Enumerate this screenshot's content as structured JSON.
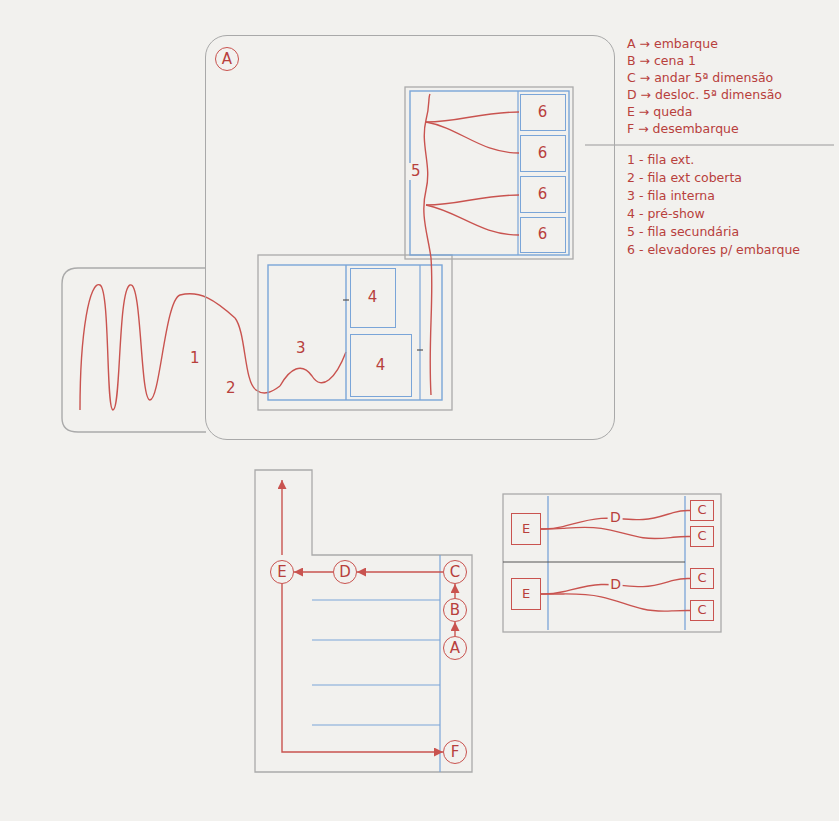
{
  "diagram": {
    "nodes": [
      {
        "text": [
          "A"
        ]
      },
      {
        "text": [
          "6"
        ],
        "in": 0
      },
      {
        "text": [
          "6"
        ],
        "in": 0
      },
      {
        "text": [
          "6"
        ],
        "in": 0
      },
      {
        "text": [
          "6"
        ],
        "in": 0
      },
      {
        "text": [
          "4"
        ],
        "in": 0
      },
      {
        "text": [
          "4"
        ],
        "in": 0
      },
      {
        "text": [
          "E"
        ]
      },
      {
        "text": [
          "E"
        ]
      },
      {
        "text": [
          "C"
        ]
      },
      {
        "text": [
          "C"
        ]
      },
      {
        "text": [
          "C"
        ]
      },
      {
        "text": [
          "C"
        ]
      },
      {
        "text": [
          "E"
        ]
      },
      {
        "text": [
          "D"
        ]
      },
      {
        "text": [
          "C"
        ]
      },
      {
        "text": [
          "B"
        ]
      },
      {
        "text": [
          "A"
        ]
      },
      {
        "text": [
          "F"
        ]
      }
    ],
    "edges": [
      {
        "from": 7,
        "to": 9,
        "arrow": "none",
        "label": "D"
      },
      {
        "from": 7,
        "to": 10,
        "arrow": "none"
      },
      {
        "from": 8,
        "to": 11,
        "arrow": "none",
        "label": "D"
      },
      {
        "from": 8,
        "to": 12,
        "arrow": "none"
      },
      {
        "from": 17,
        "to": 16,
        "arrow": "to"
      },
      {
        "from": 16,
        "to": 15,
        "arrow": "to"
      },
      {
        "from": 15,
        "to": 14,
        "arrow": "to"
      },
      {
        "from": 14,
        "to": 13,
        "arrow": "to"
      },
      {
        "from": 13,
        "to": 18,
        "arrow": "to"
      }
    ],
    "labels": [
      "A → embarque",
      "B → cena 1",
      "C → andar 5ª dimensão",
      "D → desloc. 5ª dimensão",
      "E → queda",
      "F → desembarque",
      "1 - fila ext.",
      "2 - fila ext coberta",
      "3 - fila interna",
      "4 - pré-show",
      "5 - fila secundária",
      "6 - elevadores p/ embarque",
      "5",
      "3",
      "2",
      "1"
    ]
  }
}
